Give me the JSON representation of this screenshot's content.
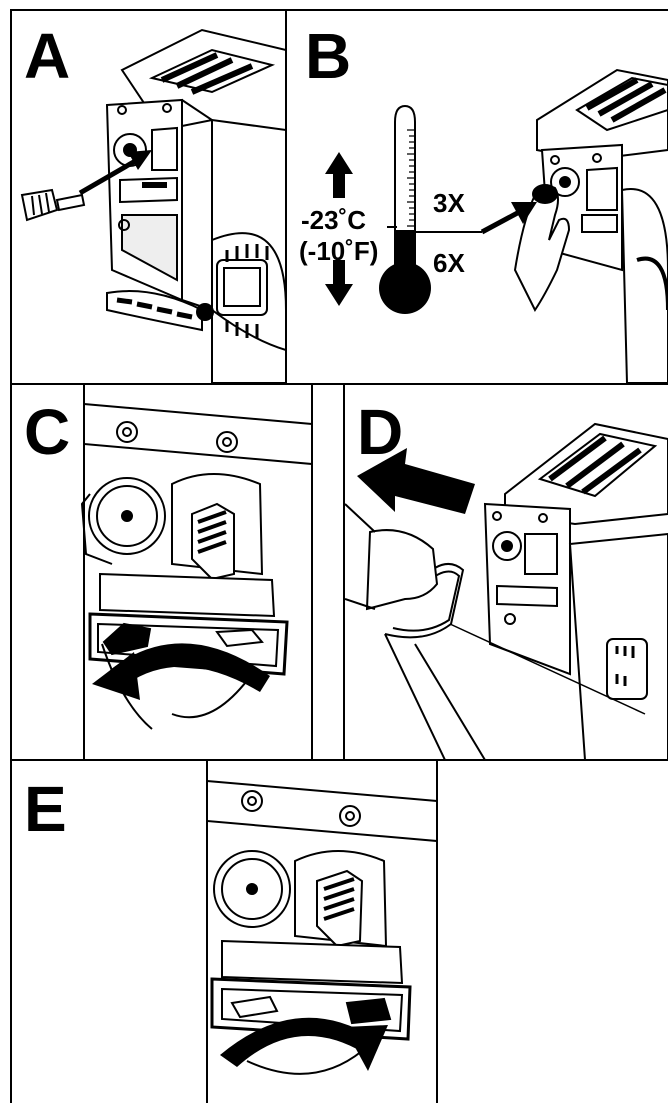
{
  "panels": {
    "a": {
      "label": "A"
    },
    "b": {
      "label": "B",
      "temp_c": "-23˚C",
      "temp_f": "(-10˚F)",
      "count_warm": "3X",
      "count_cold": "6X"
    },
    "c": {
      "label": "C"
    },
    "d": {
      "label": "D"
    },
    "e": {
      "label": "E"
    }
  },
  "colors": {
    "ink": "#000000",
    "paper": "#ffffff"
  }
}
